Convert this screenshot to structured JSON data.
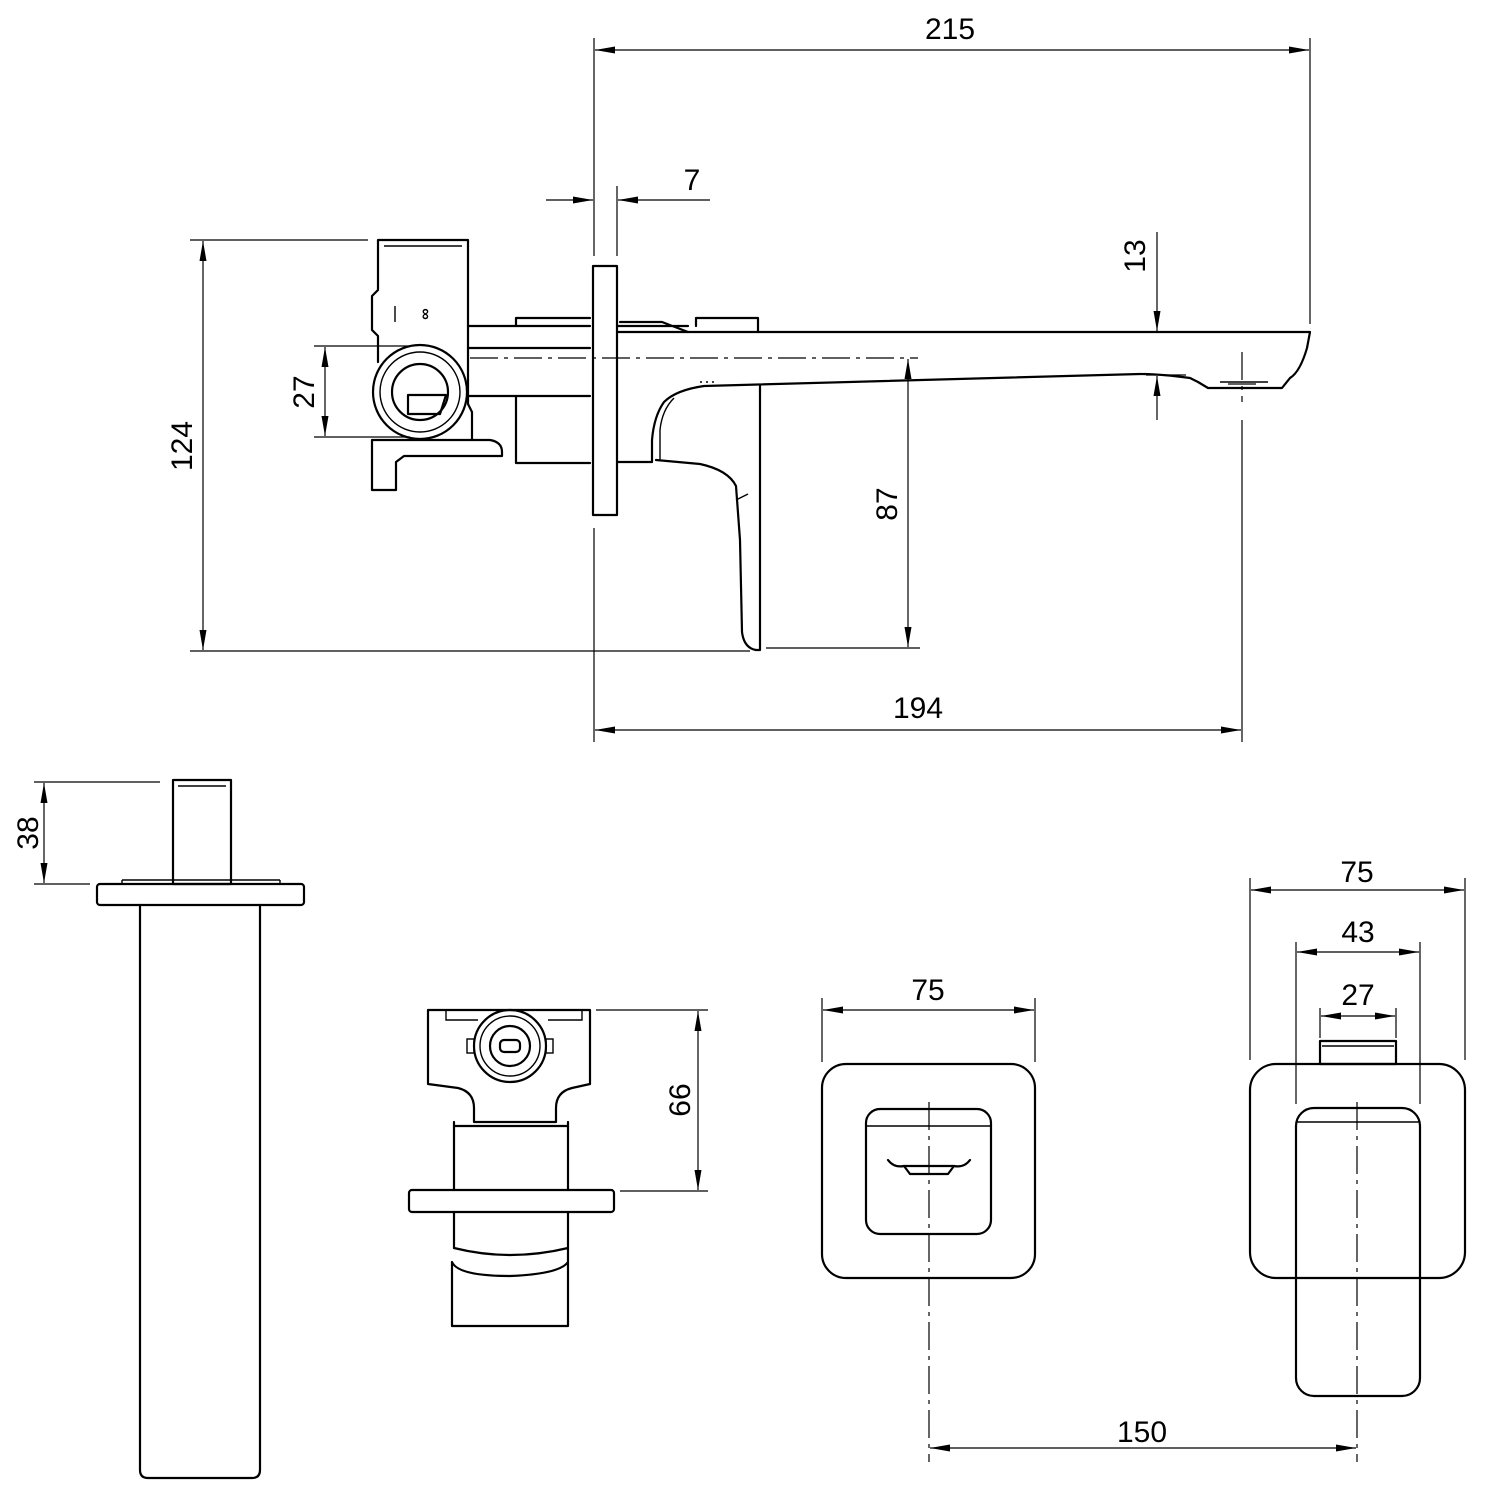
{
  "dimensions": {
    "overall_length": "215",
    "flange_thickness": "7",
    "spout_height": "13",
    "body_height": "124",
    "inlet_dia": "27",
    "outlet_to_handle": "87",
    "wall_to_outlet": "194",
    "spout_rough_in": "38",
    "valve_rough_in": "66",
    "plate_width_a": "75",
    "plate_width_b": "75",
    "spout_neck": "43",
    "spout_stem": "27",
    "centres": "150"
  },
  "marking": "∞"
}
